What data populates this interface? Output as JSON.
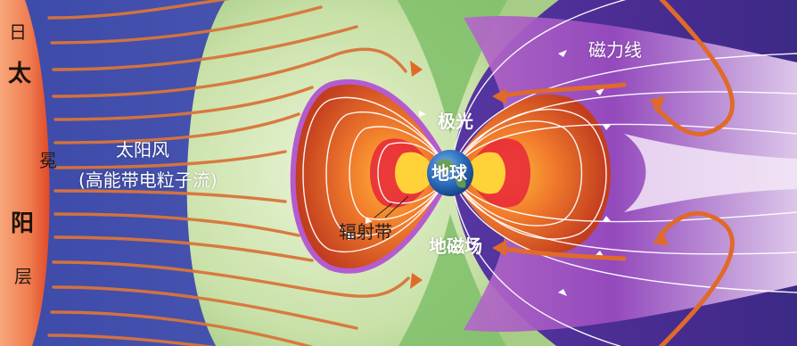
{
  "diagram": {
    "sun_layer": {
      "chars": [
        "日",
        "太",
        "冕",
        "阳",
        "层"
      ]
    },
    "labels": {
      "solar_wind": "太阳风",
      "solar_wind_note": "(高能带电粒子流)",
      "field_lines": "磁力线",
      "aurora": "极光",
      "earth": "地球",
      "radiation_belt": "辐射带",
      "magnetic_field": "地磁场"
    },
    "colors": {
      "solar_wind_lines": "#d9753a",
      "sun_edge": "#e04a28",
      "magnetosheath": "#c8e0a8",
      "magnetosphere": "#e8612c",
      "magnetotail": "#8a3fb0",
      "background_left": "#4a55b0",
      "background_right": "#4e2f9a",
      "field_lines": "#ffffff"
    }
  }
}
